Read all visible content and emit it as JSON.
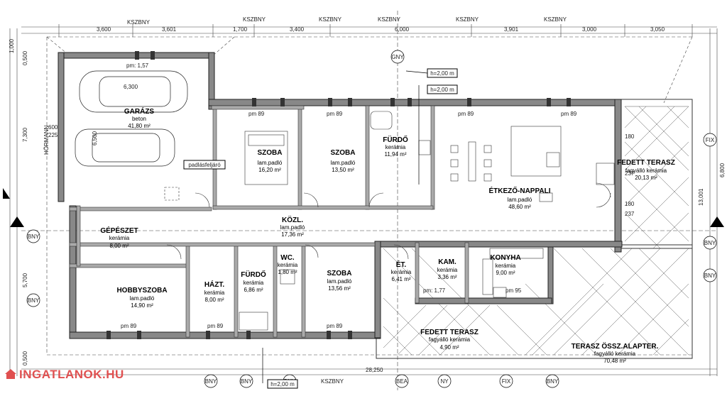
{
  "watermark": {
    "text": "INGATLANOK.HU",
    "color": "#e05050"
  },
  "rooms": [
    {
      "id": "garazs",
      "name": "GARÁZS",
      "material": "beton",
      "area": "41,80 m²"
    },
    {
      "id": "szoba1",
      "name": "SZOBA",
      "material": "lam.padló",
      "area": "16,20 m²"
    },
    {
      "id": "szoba2",
      "name": "SZOBA",
      "material": "lam.padló",
      "area": "13,50 m²"
    },
    {
      "id": "furdo1",
      "name": "FÜRDŐ",
      "material": "kerámia",
      "area": "11,94 m²"
    },
    {
      "id": "etkezo",
      "name": "ÉTKEZŐ-NAPPALI",
      "material": "lam.padló",
      "area": "48,60 m²"
    },
    {
      "id": "fedett1",
      "name": "FEDETT TERASZ",
      "material": "fagyálló kerámia",
      "area": "20,13 m²"
    },
    {
      "id": "gepeszet",
      "name": "GÉPÉSZET",
      "material": "kerámia",
      "area": "8,00 m²"
    },
    {
      "id": "kozl",
      "name": "KÖZL.",
      "material": "lam.padló",
      "area": "17,36 m²"
    },
    {
      "id": "hobby",
      "name": "HOBBYSZOBA",
      "material": "lam.padló",
      "area": "14,90 m²"
    },
    {
      "id": "haztart",
      "name": "HÁZT.",
      "material": "kerámia",
      "area": "8,00 m²"
    },
    {
      "id": "furdo2",
      "name": "FÜRDŐ",
      "material": "kerámia",
      "area": "6,86 m²"
    },
    {
      "id": "wc",
      "name": "WC.",
      "material": "kerámia",
      "area": "1,80 m²"
    },
    {
      "id": "szoba3",
      "name": "SZOBA",
      "material": "lam.padló",
      "area": "13,56 m²"
    },
    {
      "id": "et",
      "name": "ÉT.",
      "material": "kerámia",
      "area": "6,41 m²"
    },
    {
      "id": "kam",
      "name": "KAM.",
      "material": "kerámia",
      "area": "3,36 m²"
    },
    {
      "id": "konyha",
      "name": "KONYHA",
      "material": "kerámia",
      "area": "9,00 m²"
    },
    {
      "id": "fedett2",
      "name": "FEDETT TERASZ",
      "material": "fagyálló kerámia",
      "area": "4,90 m²"
    },
    {
      "id": "terasz",
      "name": "TERASZ ÖSSZ.ALAPTER.",
      "material": "fagyálló kerámia",
      "area": "70,48 m²"
    }
  ],
  "top_dims": [
    "3,600",
    "3,601",
    "1,700",
    "3,400",
    "6,000",
    "3,901",
    "3,000",
    "3,050"
  ],
  "bottom_dim": "28,250",
  "right_dims": [
    "13,001",
    "6,800"
  ],
  "left_dims": [
    "1,000",
    "0,500",
    "7,300",
    "5,700",
    "0,500"
  ],
  "top_tags": [
    "KSZBNY",
    "KSZBNY",
    "KSZBNY",
    "KSZBNY",
    "KSZBNY",
    "KSZBNY"
  ],
  "bottom_tags": [
    "BNY",
    "BNY",
    "BNY",
    "KSZBNY",
    "BEA",
    "NY",
    "FIX",
    "BNY"
  ],
  "side_tags": [
    "BNY",
    "BNY",
    "FIX",
    "BNY",
    "BNY"
  ],
  "markers": {
    "gny": "GNY",
    "h1": "h=2,00 m",
    "h2": "h=2,00 m",
    "h3": "h=2,00 m",
    "padlas": "padlásfeljáró",
    "hormann": "HÖRMANN",
    "pm157": "pm: 1,57",
    "dim6300": "6,300",
    "dim6500": "6,500",
    "dim600": "600",
    "dim225": "225",
    "pm89": "pm 89",
    "pm177": "pm: 1,77",
    "pm95": "pm 95",
    "dim180": "180",
    "dim237": "237"
  }
}
